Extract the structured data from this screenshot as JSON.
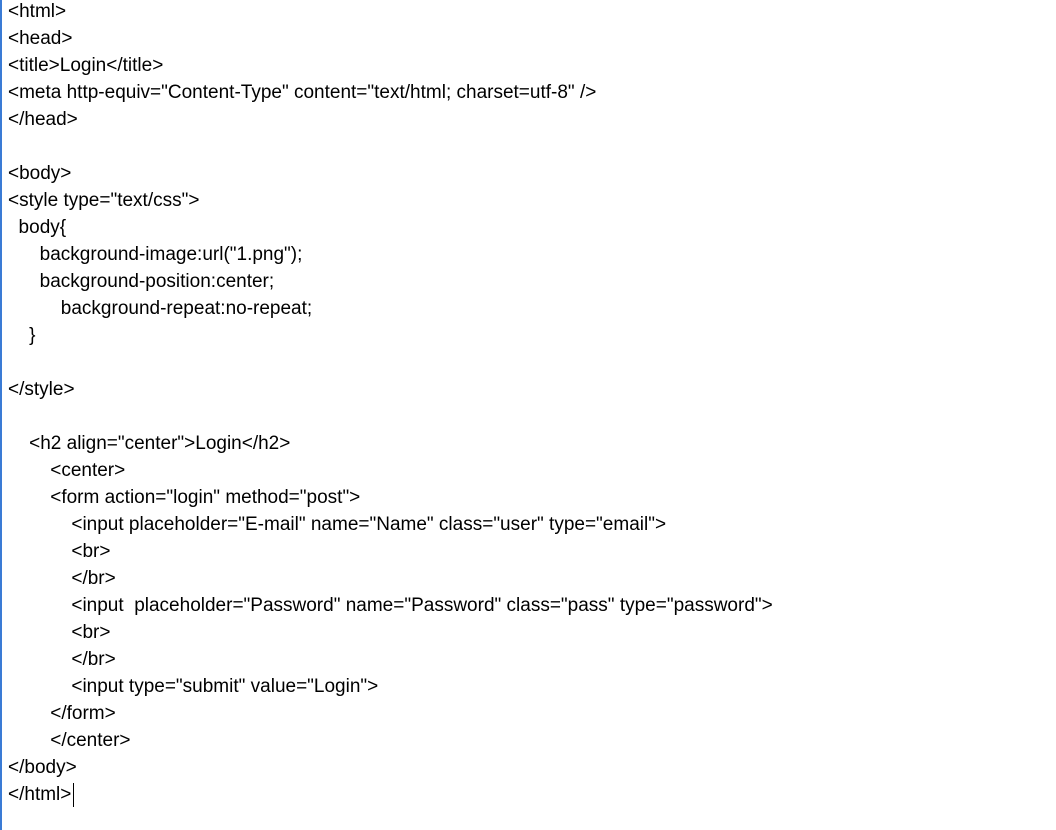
{
  "editor": {
    "lines": [
      "<html>",
      "<head>",
      "<title>Login</title>",
      "<meta http-equiv=\"Content-Type\" content=\"text/html; charset=utf-8\" />",
      "</head>",
      "",
      "<body>",
      "<style type=\"text/css\">",
      "  body{",
      "      background-image:url(\"1.png\");",
      "      background-position:center;",
      "          background-repeat:no-repeat;",
      "    }",
      "",
      "</style>",
      "",
      "    <h2 align=\"center\">Login</h2>",
      "        <center>",
      "        <form action=\"login\" method=\"post\">",
      "            <input placeholder=\"E-mail\" name=\"Name\" class=\"user\" type=\"email\">",
      "            <br>",
      "            </br>",
      "            <input  placeholder=\"Password\" name=\"Password\" class=\"pass\" type=\"password\">",
      "            <br>",
      "            </br>",
      "            <input type=\"submit\" value=\"Login\">",
      "        </form>",
      "        </center>",
      "</body>",
      "</html>"
    ]
  }
}
